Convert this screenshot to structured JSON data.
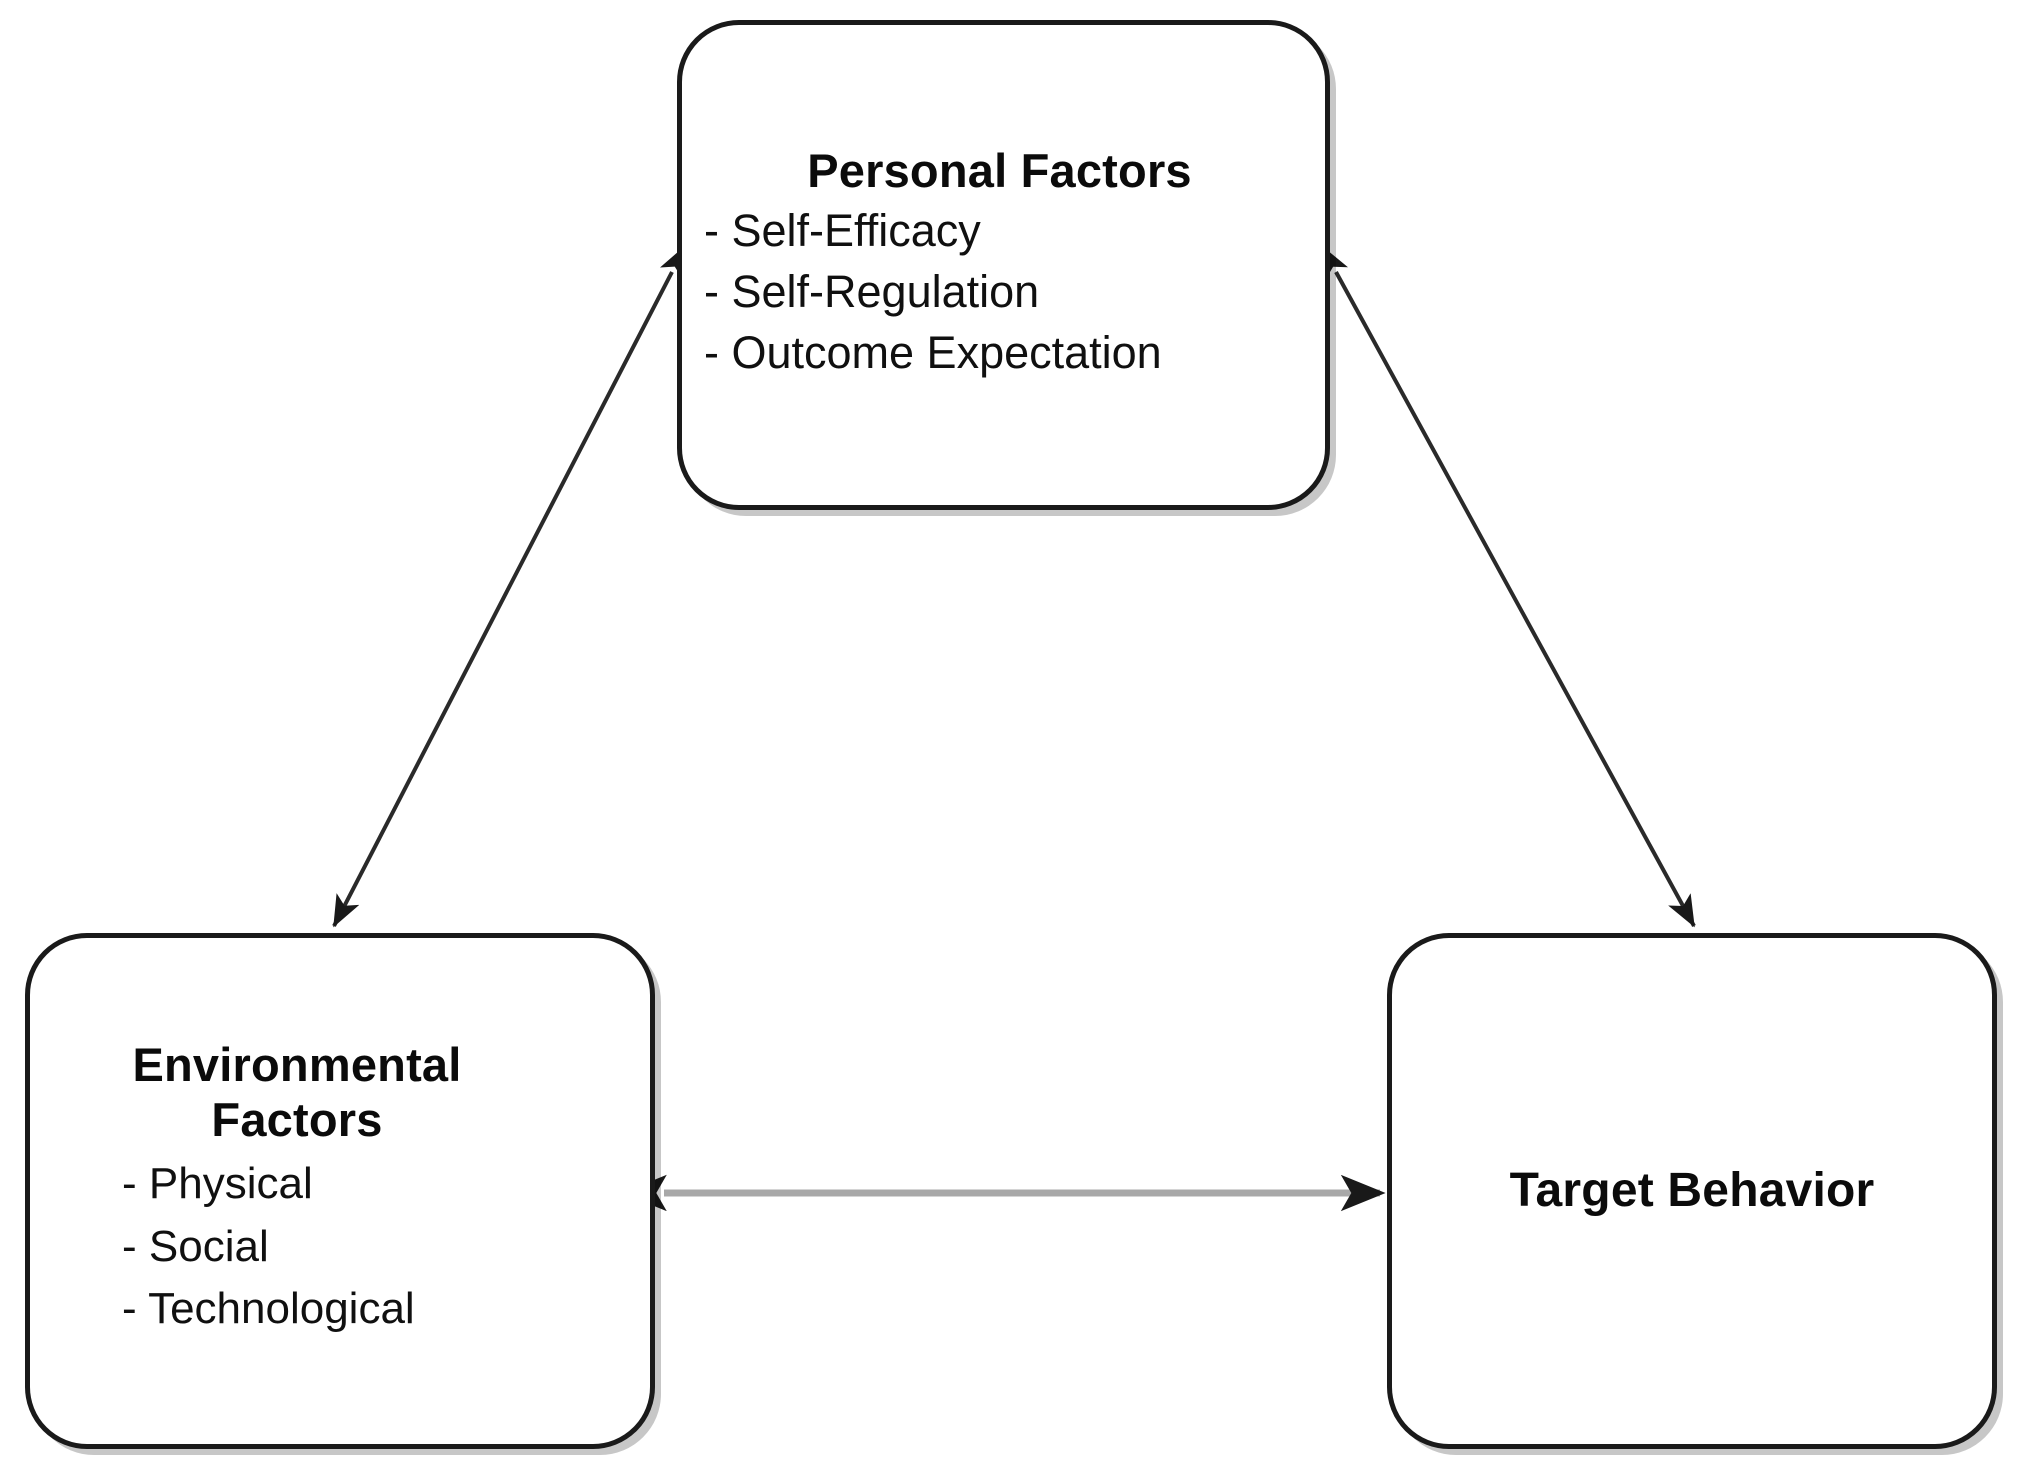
{
  "diagram": {
    "type": "triadic-reciprocal-determinism",
    "background_color": "#ffffff",
    "node_border_color": "#1a1a1a",
    "node_fill_color": "#ffffff",
    "text_color": "#101010",
    "diagonal_edge_color": "#222222",
    "horizontal_edge_color": "#a8a8a8",
    "nodes": [
      {
        "id": "personal",
        "title": "Personal Factors",
        "bullets": [
          "- Self-Efficacy",
          "- Self-Regulation",
          "- Outcome Expectation"
        ]
      },
      {
        "id": "environmental",
        "title_lines": [
          "Environmental",
          "Factors"
        ],
        "title": "Environmental Factors",
        "bullets": [
          "- Physical",
          "- Social",
          "- Technological"
        ]
      },
      {
        "id": "target",
        "title": "Target Behavior",
        "bullets": []
      }
    ],
    "edges": [
      {
        "id": "personal-environmental",
        "from": "personal",
        "to": "environmental",
        "arrow": "double",
        "style": "diagonal",
        "color": "#222222"
      },
      {
        "id": "personal-target",
        "from": "personal",
        "to": "target",
        "arrow": "double",
        "style": "diagonal",
        "color": "#222222"
      },
      {
        "id": "environmental-target",
        "from": "environmental",
        "to": "target",
        "arrow": "double",
        "style": "horizontal",
        "color": "#a8a8a8"
      }
    ]
  }
}
